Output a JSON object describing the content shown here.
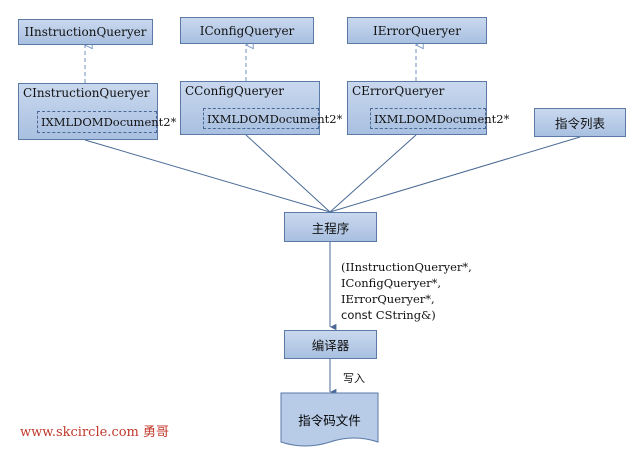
{
  "interfaces": {
    "instruction": "IInstructionQueryer",
    "config": "IConfigQueryer",
    "error": "IErrorQueryer"
  },
  "classes": {
    "instruction": {
      "title": "CInstructionQueryer",
      "member": "IXMLDOMDocument2*"
    },
    "config": {
      "title": "CConfigQueryer",
      "member": "IXMLDOMDocument2*"
    },
    "error": {
      "title": "CErrorQueryer",
      "member": "IXMLDOMDocument2*"
    }
  },
  "instruction_list": "指令列表",
  "main_program": "主程序",
  "compiler": "编译器",
  "output_file": "指令码文件",
  "parameters": {
    "line1": "(IInstructionQueryer*,",
    "line2": "IConfigQueryer*,",
    "line3": "IErrorQueryer*,",
    "line4_keyword": "const",
    "line4_rest": " CString&)"
  },
  "write_label": "写入",
  "watermark": "www.skcircle.com 勇哥",
  "colors": {
    "box_fill": "#b8cbe7",
    "box_border": "#5b7aa6",
    "arrow": "#6e8fbf",
    "line": "#4a6a95"
  }
}
